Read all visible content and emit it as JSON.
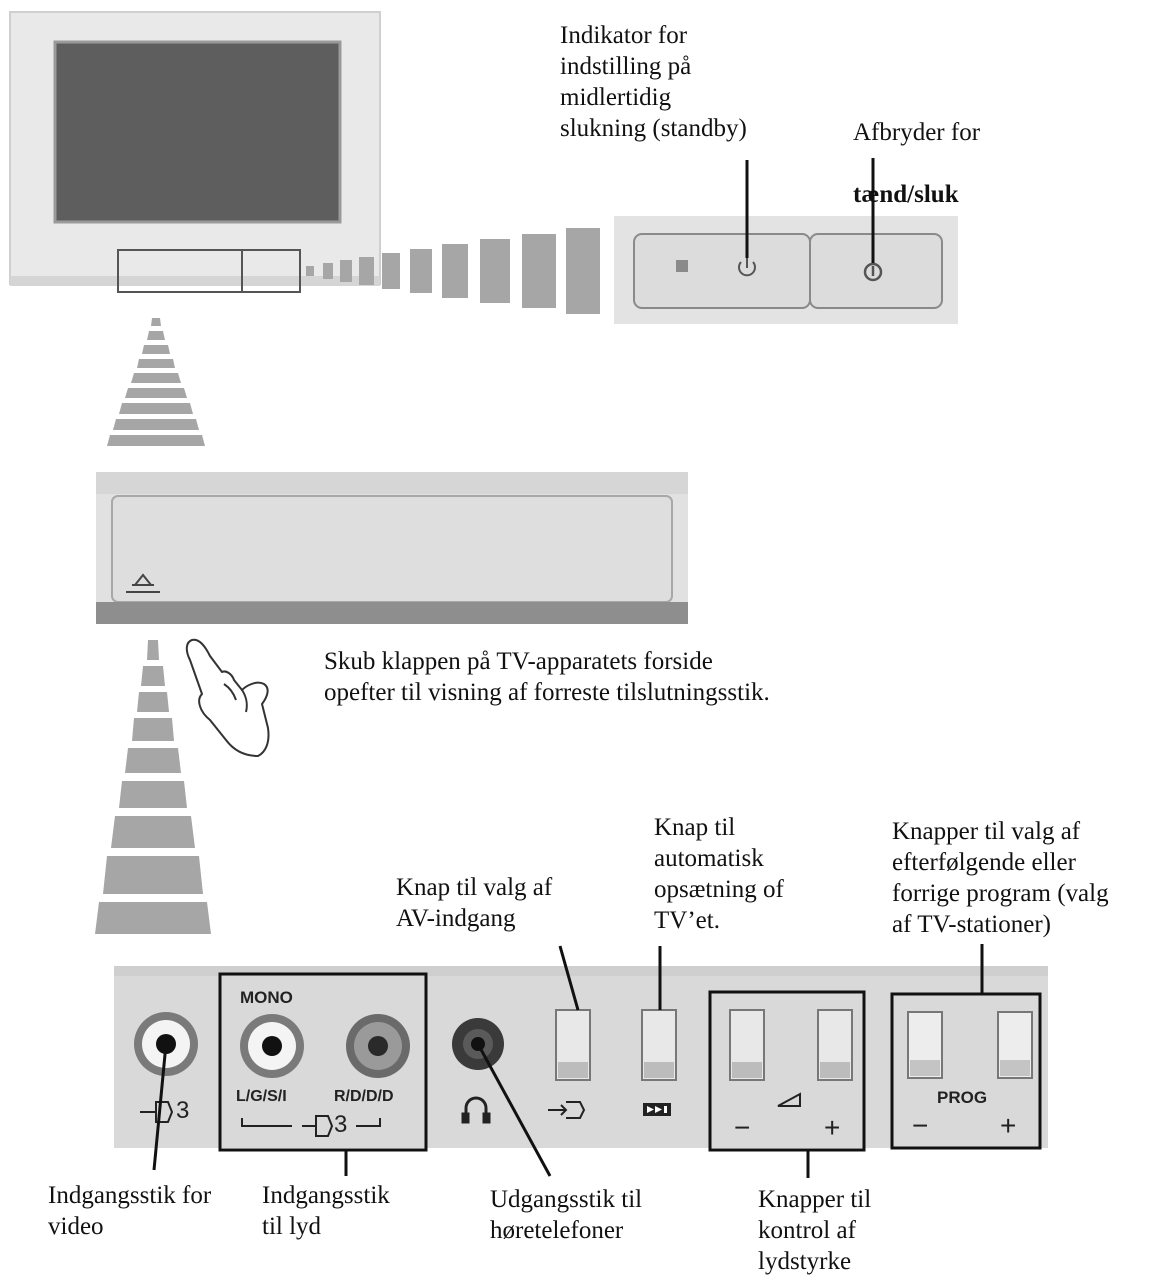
{
  "labels": {
    "standby_indicator": "Indikator for\nindstilling på\nmidlertidig\nslukning (standby)",
    "power_switch_line1": "Afbryder for",
    "power_switch_bold": "tænd/sluk",
    "flap_instruction": "Skub klappen på TV-apparatets forside\nopefter til visning af forreste tilslutningsstik.",
    "av_input_button": "Knap til valg af\nAV-indgang",
    "auto_setup_button": "Knap til\nautomatisk\nopsætning of\nTV’et.",
    "program_buttons": "Knapper til valg af\nefterfølgende eller\nforrige program (valg\naf TV-stationer)",
    "video_input": "Indgangsstik for\nvideo",
    "audio_input": "Indgangsstik\ntil lyd",
    "headphone_output": "Udgangsstik til\nhøretelefoner",
    "volume_buttons": "Knapper til\nkontrol af\nlydstyrke"
  },
  "panel": {
    "mono": "MONO",
    "left_channel": "L/G/S/I",
    "right_channel": "R/D/D/D",
    "input_number_video": "3",
    "input_number_audio": "3",
    "prog": "PROG",
    "minus": "−",
    "plus": "+"
  },
  "icons": {
    "standby": "standby-power-icon",
    "power": "power-switch-icon",
    "flap": "flap-open-icon",
    "headphones": "headphones-icon",
    "av_input": "input-select-icon",
    "auto_setup": "auto-setup-icon",
    "volume": "volume-ramp-icon"
  },
  "colors": {
    "tv_body": "#e6e6e6",
    "screen": "#5e5e5e",
    "panel": "#d9d9d9",
    "stripe": "#a0a0a0"
  }
}
